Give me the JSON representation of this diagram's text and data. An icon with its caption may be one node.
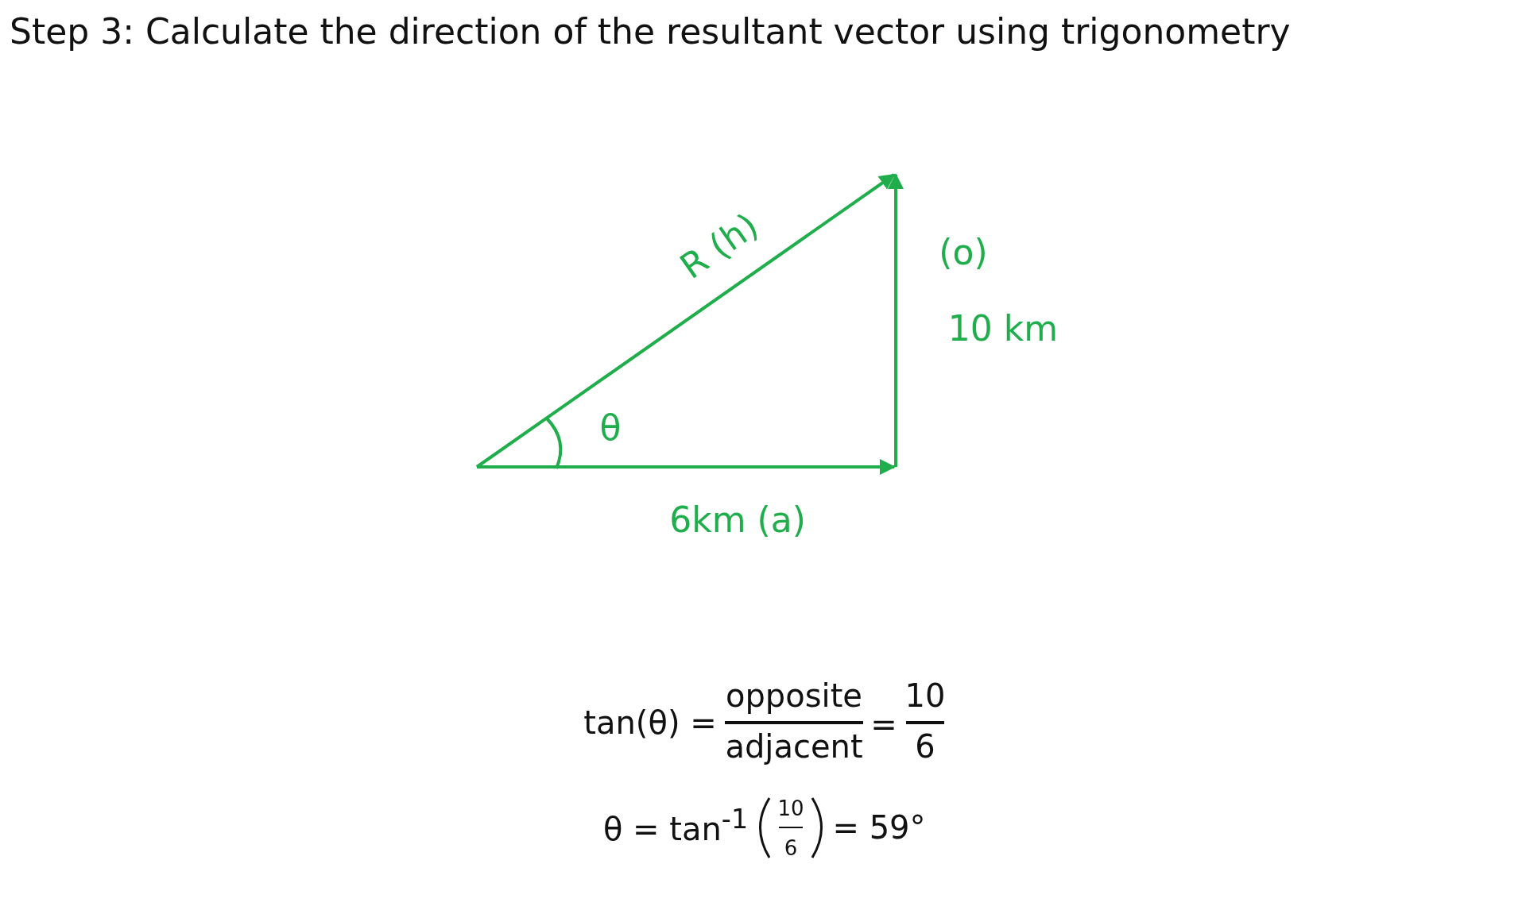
{
  "diagram": {
    "title": "Step 3: Calculate the direction of the resultant vector using trigonometry",
    "labels": [
      "R (h)",
      "(o)",
      "10 km",
      "θ",
      "6km (a)",
      "tan(θ) =",
      "opposite",
      "adjacent",
      "=",
      "10",
      "6",
      "θ = tan$^{-1}$",
      "10",
      "6",
      "= 59°"
    ]
  }
}
